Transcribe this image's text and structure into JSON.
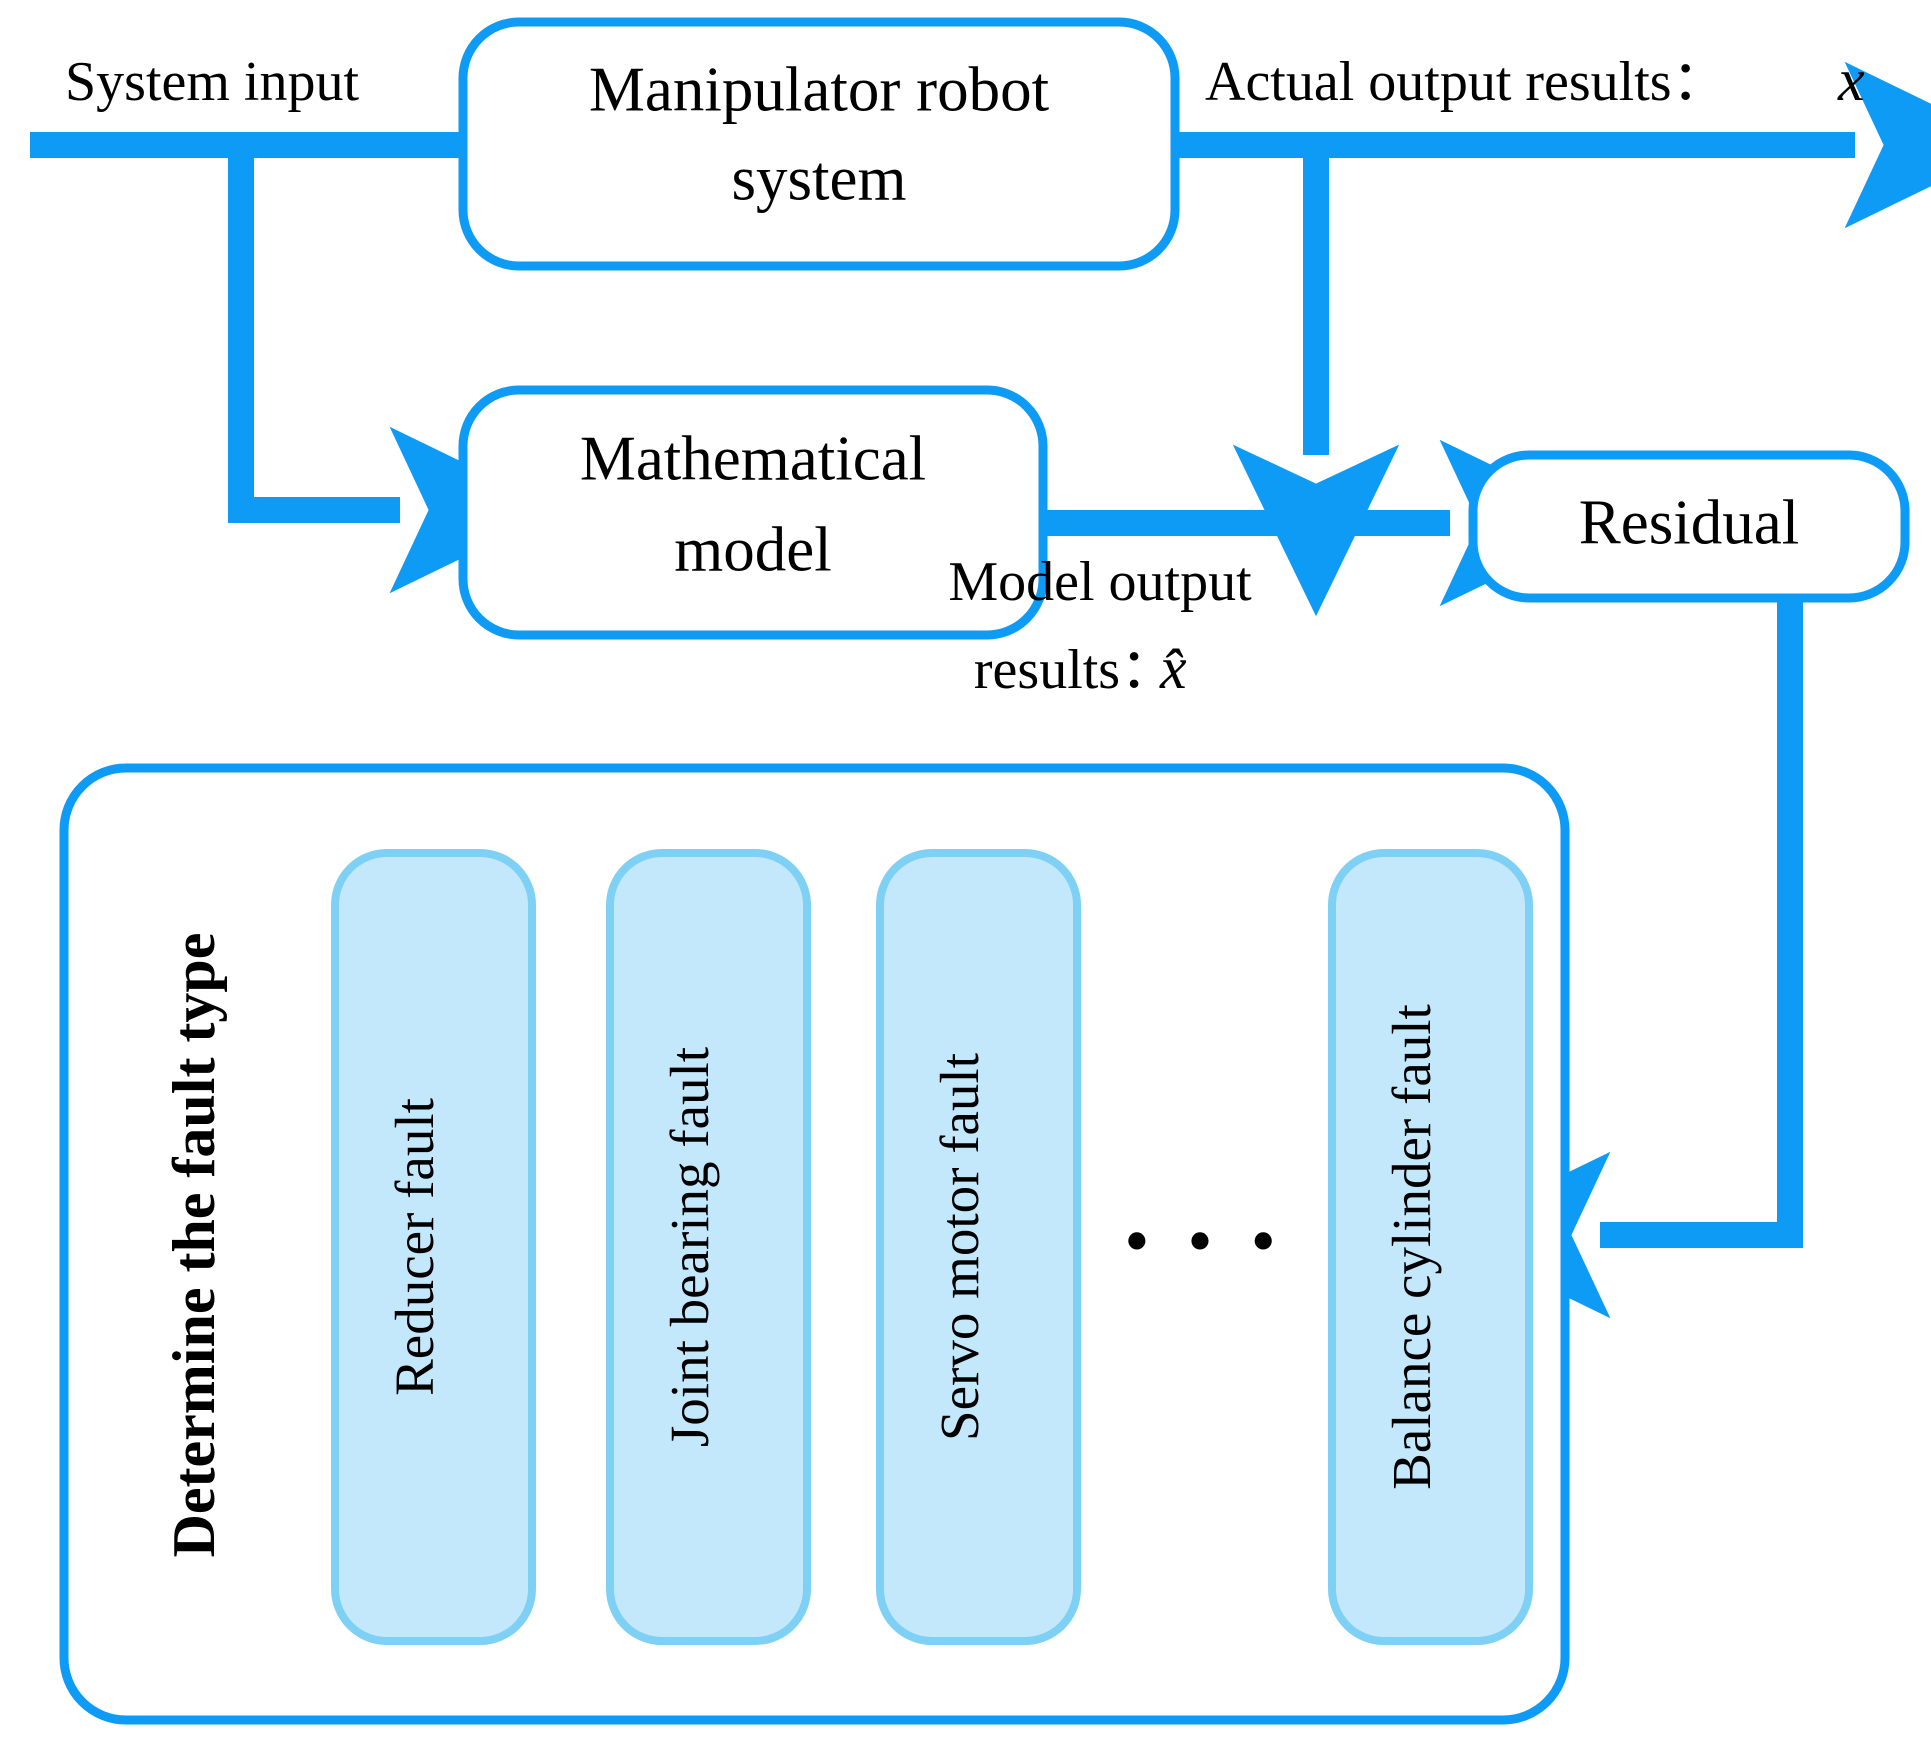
{
  "colors": {
    "flow_blue": "#0d9bf5",
    "box_border": "#0d9bf5",
    "fault_fill": "#c3e8fb",
    "fault_border": "#7fd0f5",
    "text": "#000000",
    "background": "#ffffff"
  },
  "blocks": {
    "manipulator": {
      "line1": "Manipulator robot",
      "line2": "system"
    },
    "math_model": {
      "line1": "Mathematical",
      "line2": "model"
    },
    "residual": {
      "label": "Residual"
    },
    "fault_panel": {
      "title": "Determine the fault type",
      "ellipsis": "• • •",
      "items": [
        {
          "label": "Reducer fault"
        },
        {
          "label": "Joint bearing fault"
        },
        {
          "label": "Servo motor fault"
        },
        {
          "label": "Balance cylinder fault"
        }
      ]
    }
  },
  "edges": {
    "system_input": "System input",
    "actual_output_text": "Actual output results：",
    "actual_output_symbol": "x",
    "model_output_line1": "Model output",
    "model_output_line2": "results：",
    "model_output_symbol": "x̂"
  }
}
